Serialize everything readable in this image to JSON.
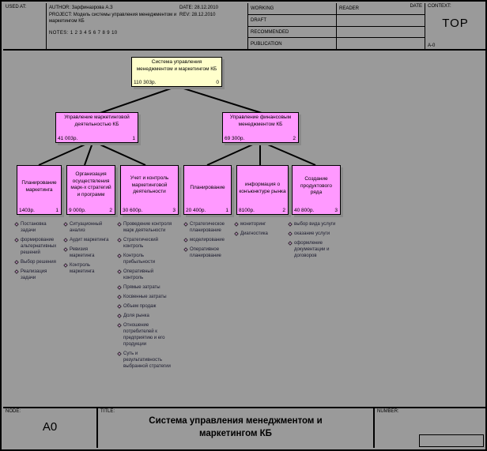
{
  "header": {
    "used_at_label": "USED AT:",
    "author_label": "AUTHOR:",
    "author_value": "Зарфиназрова А.З",
    "project_label": "PROJECT:",
    "project_value": "Модель системы управления менеджментом и",
    "project_value2": "маркетингом КБ",
    "notes_label": "NOTES:",
    "notes_value": "1  2  3  4  5  6  7  8  9  10",
    "date_label": "DATE:",
    "date_value": "28.12.2010",
    "rev_label": "REV:",
    "rev_value": "28.12.2010",
    "status": [
      "WORKING",
      "DRAFT",
      "RECOMMENDED",
      "PUBLICATION"
    ],
    "reader_label": "READER",
    "reader_date_label": "DATE",
    "context_label": "CONTEXT:",
    "context_value": "TOP",
    "context_code": "A-0"
  },
  "diagram": {
    "nodes": [
      {
        "title": "Система управления\nменеджментом и маркетингом КБ",
        "cost": "110 303р.",
        "num": "0"
      },
      {
        "title": "Управление маркетинговой\nдеятельностью КБ",
        "cost": "41 003р.",
        "num": "1"
      },
      {
        "title": "Управление финансовым\nменеджментом КБ",
        "cost": "69 300р.",
        "num": "2"
      },
      {
        "title": "Планирование\nмаркетинга",
        "cost": "1403р.",
        "num": "1"
      },
      {
        "title": "Организация\nосуществления\nмарк-х стратегий\nи программ",
        "cost": "9 000р.",
        "num": "2"
      },
      {
        "title": "Учет и контроль\nмаркетинговой\nдеятельности",
        "cost": "30  600р.",
        "num": "3"
      },
      {
        "title": "Планирование",
        "cost": "20 400р.",
        "num": "1"
      },
      {
        "title": "информация о\nконъюнктуре рынка",
        "cost": "8100р.",
        "num": "2"
      },
      {
        "title": "Создание\nпродуктового\nряда",
        "cost": "40 800р.",
        "num": "3"
      }
    ],
    "bullet_columns": [
      {
        "name": "planning-marketing-details",
        "items": [
          "Постановка\nзадачи",
          "формирование\nальтернативных\nрешений",
          "Выбор решения",
          "Реализация\nзадачи"
        ]
      },
      {
        "name": "organization-details",
        "items": [
          "Ситуационный\nанализ",
          "Аудит маркетинга",
          "Ревизия\nмаркетинга",
          "Контроль\nмаркетинга"
        ]
      },
      {
        "name": "control-details",
        "items": [
          "Проведение контроля\nмарк деятельности",
          "Стратегический\nконтроль",
          "Контроль\nприбыльности",
          "Оперативный\nконтроль",
          "Прямые затраты",
          "Косвенные затраты",
          "Объем продаж",
          "Доля рынка",
          "Отношение\nпотребителей к\nпредприятию  и его\nпродукции",
          "Суть и\nрезультативность\nвыбранной стратегии"
        ]
      },
      {
        "name": "finance-planning-details",
        "items": [
          "Стратегическое\nпланирование",
          "моделирование",
          "Оперативное\nпланирование"
        ]
      },
      {
        "name": "market-info-details",
        "items": [
          "мониторинг",
          "Диагностика"
        ]
      },
      {
        "name": "product-line-details",
        "items": [
          "выбор вида услуги",
          "оказание услуги",
          "оформление\nдокументации  и\nдоговоров"
        ]
      }
    ]
  },
  "footer": {
    "node_label": "NODE:",
    "node_value": "A0",
    "title_label": "TITLE:",
    "title_value": "Система управления  менеджментом и\nмаркетингом КБ",
    "number_label": "NUMBER:"
  },
  "colors": {
    "process_fill": "#ff99ff",
    "root_fill": "#ffffcc",
    "background": "#9a9a9a",
    "line": "#000000"
  }
}
